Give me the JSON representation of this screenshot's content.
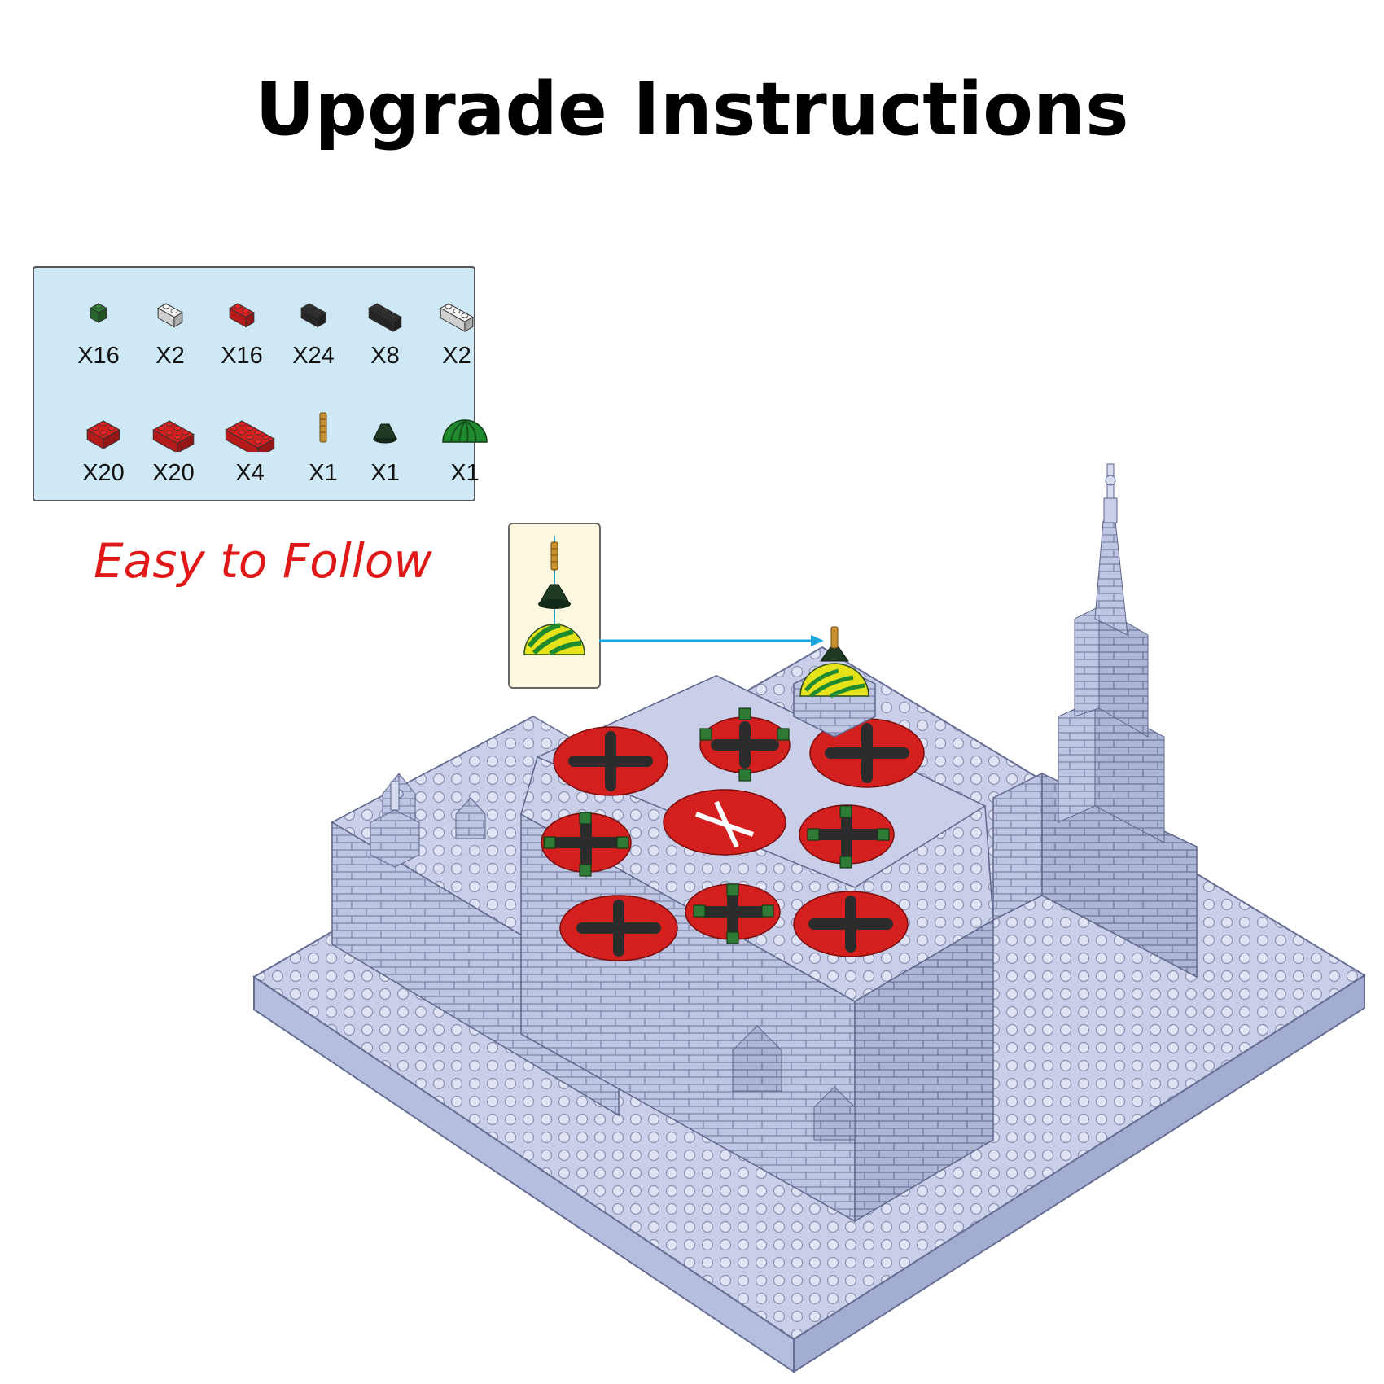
{
  "title": "Upgrade Instructions",
  "slogan": "Easy to Follow",
  "parts": [
    {
      "shape": "1x1",
      "color": "#2f7a34",
      "qty": "X16"
    },
    {
      "shape": "1x2",
      "color": "#f4f4f4",
      "qty": "X2"
    },
    {
      "shape": "1x2",
      "color": "#d41f1f",
      "qty": "X16"
    },
    {
      "shape": "1x2",
      "color": "#2c2c2c",
      "qty": "X24"
    },
    {
      "shape": "1x3",
      "color": "#2c2c2c",
      "qty": "X8"
    },
    {
      "shape": "1x3",
      "color": "#f4f4f4",
      "qty": "X2"
    },
    {
      "shape": "2x2",
      "color": "#d41f1f",
      "qty": "X20"
    },
    {
      "shape": "2x3",
      "color": "#d41f1f",
      "qty": "X20"
    },
    {
      "shape": "2x4",
      "color": "#d41f1f",
      "qty": "X4"
    },
    {
      "shape": "spire",
      "color": "#c8902e",
      "qty": "X1"
    },
    {
      "shape": "cone",
      "color": "#1e3a24",
      "qty": "X1"
    },
    {
      "shape": "dome",
      "color": "#1f8a2e",
      "qty": "X1"
    }
  ],
  "colors": {
    "panel_bg": "#cfe8f6",
    "base_plate": "#c4cbe6",
    "red": "#d41f1f",
    "green": "#2f7a34",
    "black": "#2c2c2c",
    "arrow": "#1aa7e0",
    "dome_yellow": "#e6e21a"
  }
}
